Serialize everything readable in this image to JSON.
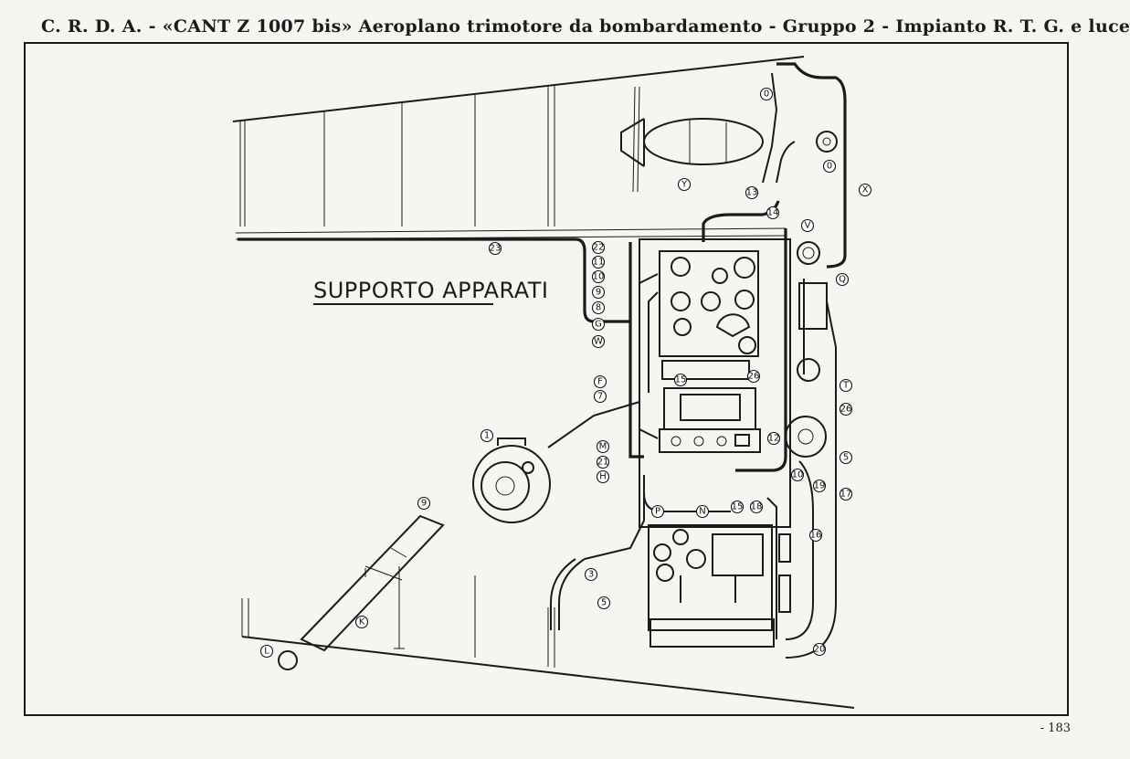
{
  "header": {
    "title": "C. R. D. A. - «CANT Z 1007 bis» Aeroplano trimotore da bombardamento - Gruppo 2 - Impianto R. T. G. e luce"
  },
  "footer": {
    "page_number": "- 183"
  },
  "diagram": {
    "section_title": "SUPPORTO APPARATI",
    "callouts": [
      "0",
      "0",
      "X",
      "Y",
      "13",
      "14",
      "V",
      "23",
      "22",
      "11",
      "10",
      "9",
      "8",
      "G",
      "W",
      "Q",
      "F",
      "7",
      "15",
      "26",
      "T",
      "26",
      "M",
      "21",
      "H",
      "12",
      "5",
      "10",
      "19",
      "17",
      "1",
      "9",
      "P",
      "N",
      "15",
      "18",
      "16",
      "3",
      "5",
      "K",
      "L",
      "20"
    ]
  }
}
